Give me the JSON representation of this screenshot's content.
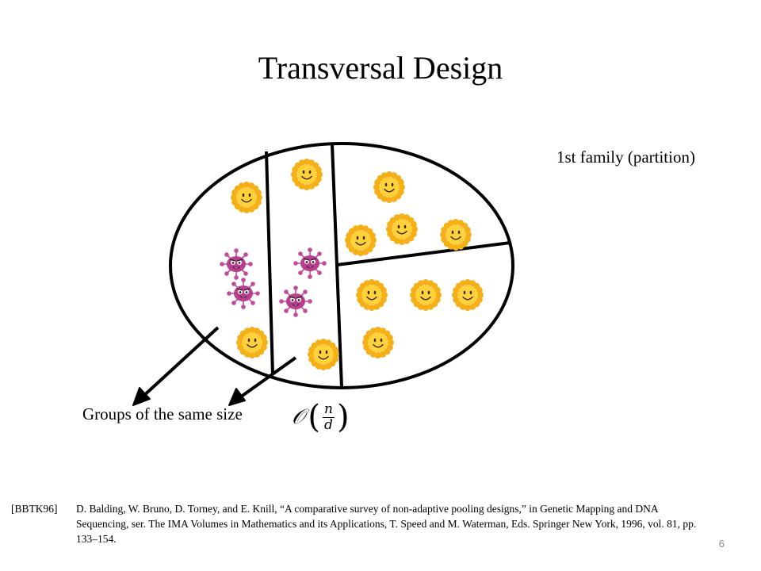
{
  "slide": {
    "title": "Transversal Design",
    "family_label": "1st family (partition)",
    "groups_label": "Groups of the same size",
    "formula": {
      "big_o": "𝒪",
      "numerator": "n",
      "denominator": "d",
      "left_paren": "(",
      "right_paren": ")"
    },
    "reference": {
      "tag": "[BBTK96]",
      "text": "D. Balding, W. Bruno, D. Torney, and E. Knill, “A comparative survey of non-adaptive pooling designs,” in Genetic Mapping and DNA Sequencing, ser. The IMA Volumes in Mathematics and its Applications, T. Speed and M. Waterman, Eds. Springer New York, 1996, vol. 81, pp. 133–154."
    },
    "page_number": "6"
  },
  "icons": {
    "healthy": "sun-smiley-icon",
    "infected": "virus-icon"
  },
  "colors": {
    "sun_petal": "#F5B019",
    "sun_face": "#FFD23C",
    "virus_body": "#B83E8E",
    "virus_spikes": "#C24A9A",
    "outline": "#000000"
  }
}
